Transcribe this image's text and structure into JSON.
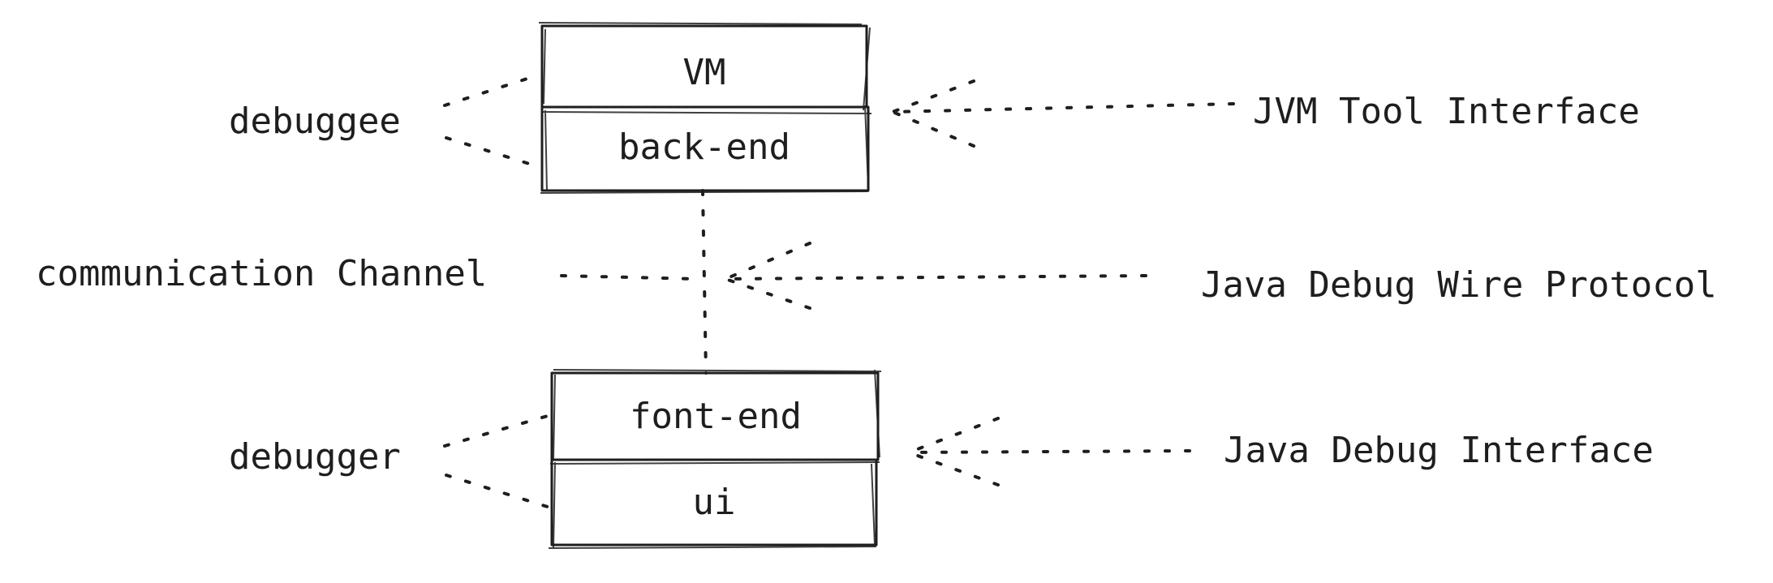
{
  "boxes": {
    "vm": "VM",
    "back_end": "back-end",
    "front_end": "font-end",
    "ui": "ui"
  },
  "labels": {
    "debuggee": "debuggee",
    "communication_channel": "communication Channel",
    "debugger": "debugger",
    "jvm_tool_interface": "JVM Tool Interface",
    "java_debug_wire_protocol": "Java Debug Wire Protocol",
    "java_debug_interface": "Java Debug Interface"
  },
  "colors": {
    "stroke": "#1e1e1e",
    "background": "#ffffff"
  }
}
